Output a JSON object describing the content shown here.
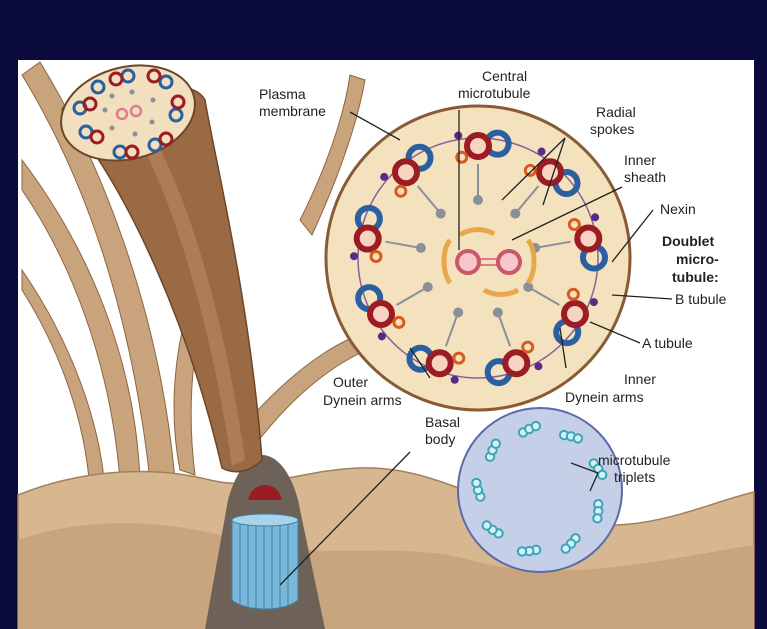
{
  "labels": {
    "plasma_membrane_1": "Plasma",
    "plasma_membrane_2": "membrane",
    "central_mt_1": "Central",
    "central_mt_2": "microtubule",
    "radial_spokes_1": "Radial",
    "radial_spokes_2": "spokes",
    "inner_sheath_1": "Inner",
    "inner_sheath_2": "sheath",
    "nexin": "Nexin",
    "doublet_1": "Doublet",
    "doublet_2": "micro-",
    "doublet_3": "tubule:",
    "b_tubule": "B tubule",
    "a_tubule": "A tubule",
    "outer_dynein_1": "Outer",
    "outer_dynein_2": "Dynein arms",
    "inner_dynein_1": "Inner",
    "inner_dynein_2": "Dynein arms",
    "basal_body_1": "Basal",
    "basal_body_2": "body",
    "triplets_1": "microtubule",
    "triplets_2": "triplets"
  },
  "colors": {
    "background_frame": "#0a0a3c",
    "panel": "#ffffff",
    "cilium": "#9a6a45",
    "cilium_light": "#c79d73",
    "cross_section_fill": "#f4e2bf",
    "ring": "#8a5a36",
    "a_tubule": "#9c1c24",
    "b_tubule": "#2a5fa0",
    "inner_arm": "#d85a1e",
    "outer_arm": "#5a2a86",
    "central_pair": "#e07c8a",
    "sheath": "#e8a84a",
    "spoke": "#8a8f98",
    "basal_section_fill": "#c6cfe8",
    "triplet": "#3aa5b8",
    "basal_body": "#79b8d8",
    "tissue": "#d7b78f"
  }
}
